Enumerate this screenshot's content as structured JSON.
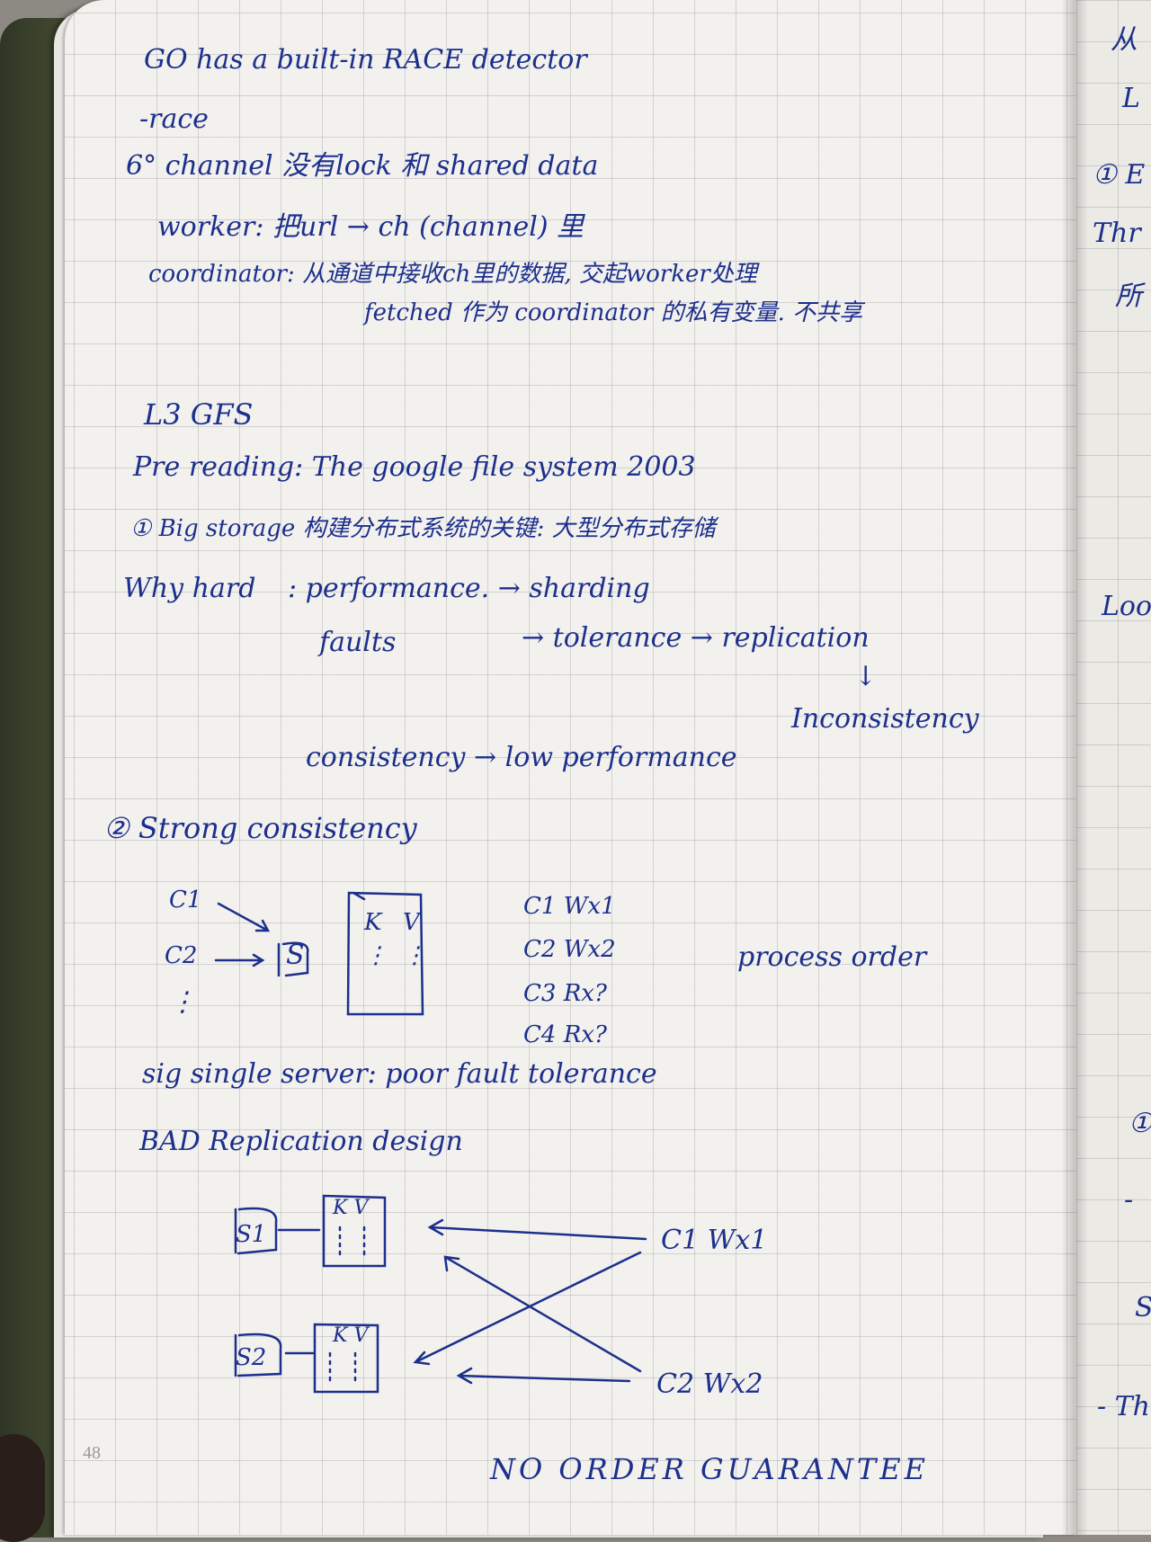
{
  "page_number": "48",
  "notes": {
    "l1": "GO has a built-in RACE detector",
    "l2": "-race",
    "l3": "6° channel 没有lock 和 shared data",
    "l4": "worker: 把url → ch (channel) 里",
    "l5": "coordinator: 从通道中接收ch里的数据, 交起worker处理",
    "l6": "fetched 作为 coordinator 的私有变量. 不共享",
    "l7": "L3 GFS",
    "l8": "Pre reading: The google file system 2003",
    "l9": "① Big storage 构建分布式系统的关键: 大型分布式存储",
    "l10a": "Why hard",
    "l10b": ": performance. → sharding",
    "l11a": "faults",
    "l11b": "→ tolerance → replication",
    "l12": "↓",
    "l13": "Inconsistency",
    "l14": "consistency → low performance",
    "l15": "② Strong consistency",
    "c1": "C1",
    "c2": "C2",
    "vdots": "⋮",
    "server": "S",
    "kv_k": "K",
    "kv_v": "V",
    "ops": [
      "C1 Wx1",
      "C2 Wx2",
      "C3 Rx?",
      "C4 Rx?"
    ],
    "process_order": "process order",
    "l16": "sig single server: poor fault tolerance",
    "l17": "BAD Replication design",
    "s1": "S1",
    "s2": "S2",
    "bad_c1": "C1 Wx1",
    "bad_c2": "C2 Wx2",
    "l18": "NO ORDER GUARANTEE",
    "right_margin": [
      "从",
      "L",
      "① E",
      "Thr",
      "所",
      "Loo",
      "①",
      "-",
      "S",
      "- Th"
    ]
  }
}
